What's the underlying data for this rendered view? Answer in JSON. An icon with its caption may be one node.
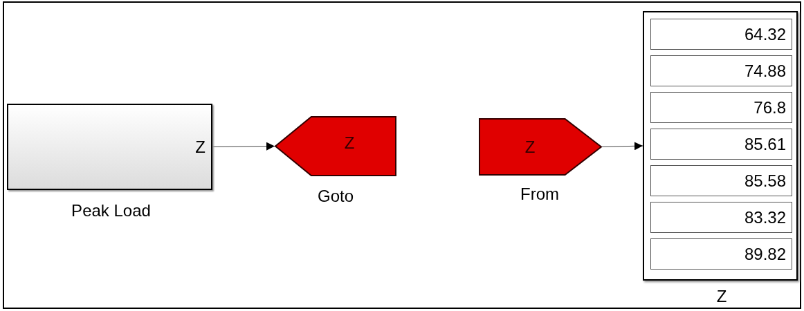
{
  "diagram": {
    "nodes": [
      {
        "text": [
          "Z"
        ],
        "beside": [
          "Peak Load"
        ]
      },
      {
        "text": [
          "Z"
        ],
        "beside": [
          "Goto"
        ]
      },
      {
        "text": [
          "Z"
        ],
        "beside": [
          "From"
        ]
      },
      {
        "text": [],
        "shape": "box",
        "beside": [
          "Z"
        ]
      },
      {
        "text": [
          "64.32"
        ],
        "in": 3
      },
      {
        "text": [
          "74.88"
        ],
        "in": 3
      },
      {
        "text": [
          "76.8"
        ],
        "in": 3
      },
      {
        "text": [
          "85.61"
        ],
        "in": 3
      },
      {
        "text": [
          "85.58"
        ],
        "in": 3
      },
      {
        "text": [
          "83.32"
        ],
        "in": 3
      },
      {
        "text": [
          "89.82"
        ],
        "in": 3
      }
    ],
    "edges": [
      {
        "from": 0,
        "to": 1,
        "arrow": "to"
      },
      {
        "from": 2,
        "to": 3,
        "arrow": "to"
      }
    ]
  }
}
